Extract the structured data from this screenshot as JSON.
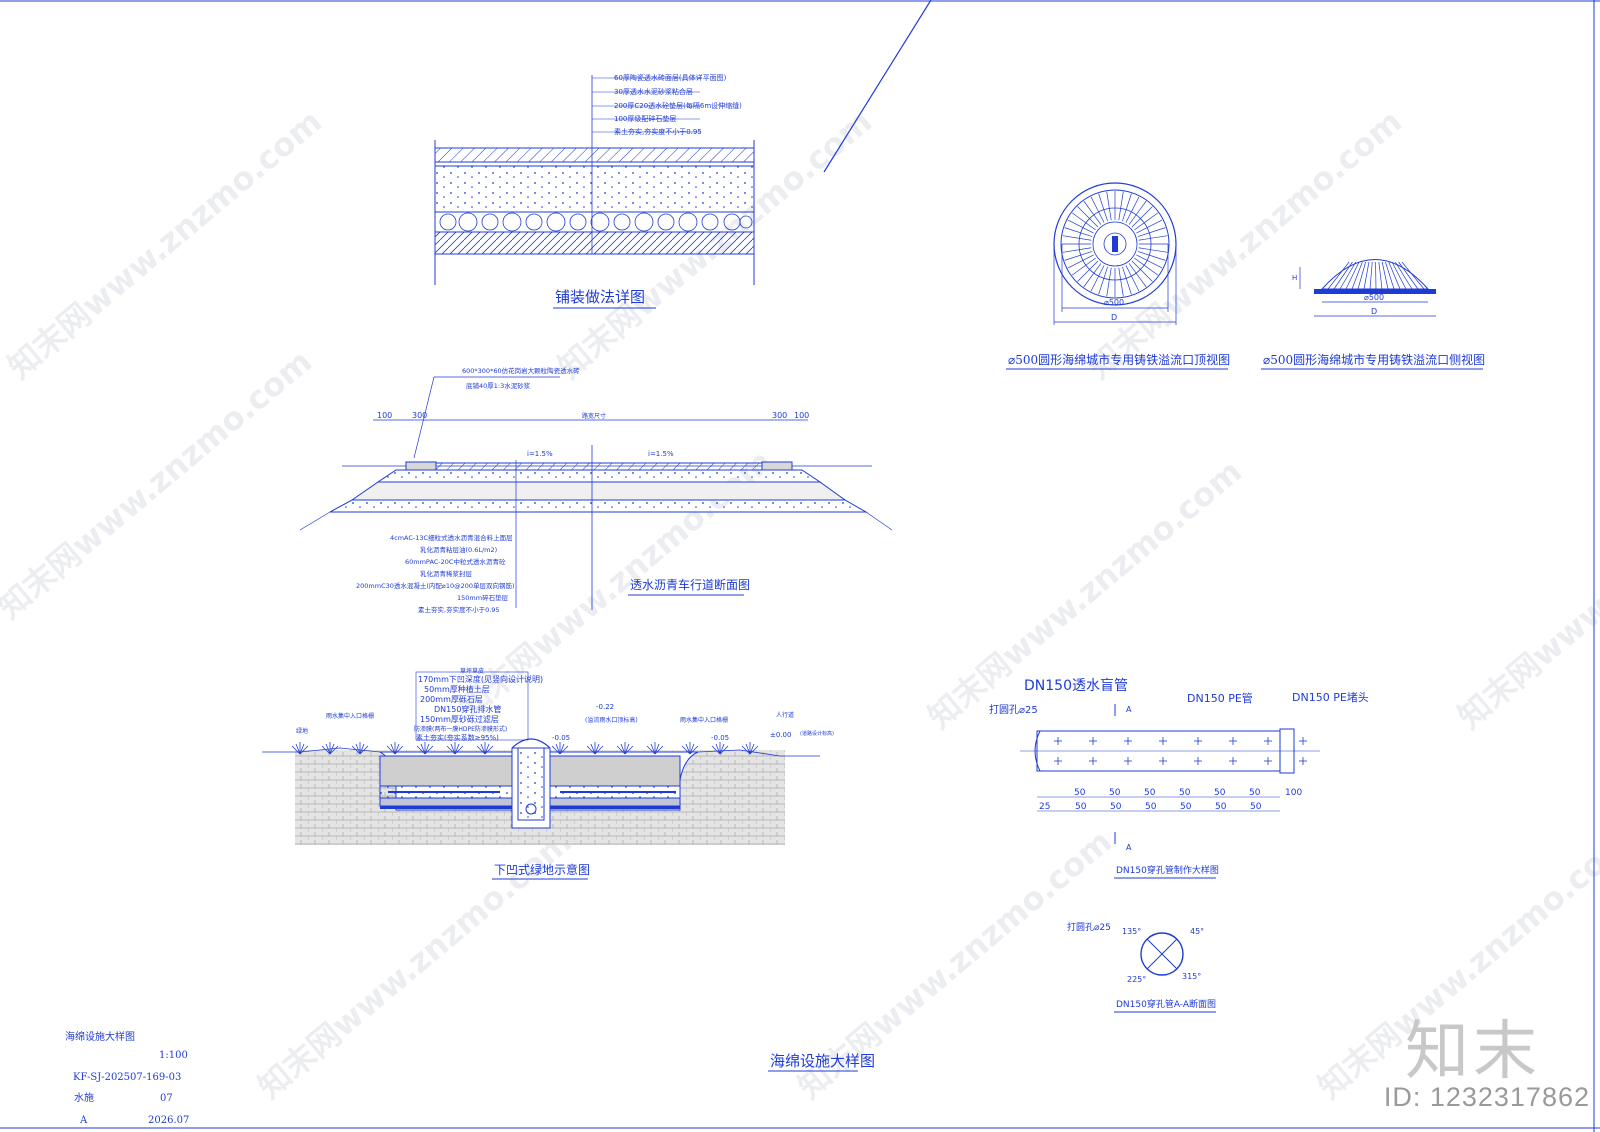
{
  "sheet_title": "海绵设施大样图",
  "paving": {
    "title": "铺装做法详图",
    "layers": [
      "60厚陶瓷透水砖面层(具体详平面图)",
      "30厚透水水泥砂浆粘合层",
      "200厚C20透水砼垫层(每隔6m设伸缩缝)",
      "100厚级配碎石垫层",
      "素土夯实,夯实度不小于0.95"
    ]
  },
  "inlet_top": {
    "title": "⌀500圆形海绵城市专用铸铁溢流口顶视图",
    "dim1": "⌀500",
    "dim2": "D"
  },
  "inlet_side": {
    "title": "⌀500圆形海绵城市专用铸铁溢流口侧视图",
    "dim1": "⌀500",
    "dim2": "D",
    "h": "H"
  },
  "road": {
    "title": "透水沥青车行道断面图",
    "top_note1": "600*300*60仿花岗岩大颗粒陶瓷透水砖",
    "top_note2": "底铺40厚1:3水泥砂浆",
    "dims": [
      "100",
      "300",
      "路宽尺寸",
      "300",
      "100"
    ],
    "slope_l": "i=1.5%",
    "slope_r": "i=1.5%",
    "layers": [
      "4cmAC-13C细粒式透水沥青混合料上面层",
      "乳化沥青粘层油(0.6L/m2)",
      "60mmPAC-20C中粒式透水沥青砼",
      "乳化沥青稀浆封层",
      "200mmC30透水混凝土(内配⌀10@200单层双向钢筋)",
      "150mm碎石垫层",
      "素土夯实,夯实度不小于0.95"
    ]
  },
  "green": {
    "title": "下凹式绿地示意图",
    "layers": [
      "草坪草皮",
      "170mm下凹深度(见竖向设计说明)",
      "50mm厚种植土层",
      "200mm厚砾石层",
      "DN150穿孔排水管",
      "150mm厚砂砾过滤层",
      "防渗膜(两布一膜HDPE防渗膜形式)",
      "素土夯实(夯实系数≥95%)"
    ],
    "labels": [
      "绿地",
      "雨水集中入口格栅",
      "-0.22",
      "(溢流雨水口顶标高)",
      "-0.05",
      "雨水集中入口格栅",
      "-0.05",
      "人行道",
      "±0.00",
      "(道路设计标高)"
    ]
  },
  "pipe": {
    "title": "DN150穿孔管制作大样图",
    "name": "DN150透水盲管",
    "pe": "DN150 PE管",
    "cap": "DN150 PE堵头",
    "hole": "打圆孔⌀25",
    "section": "A",
    "dims_top": [
      "50",
      "50",
      "50",
      "50",
      "50",
      "50",
      "100"
    ],
    "dims_bot": [
      "25",
      "50",
      "50",
      "50",
      "50",
      "50",
      "50"
    ]
  },
  "pipe_section": {
    "title": "DN150穿孔管A-A断面图",
    "hole": "打圆孔⌀25",
    "angles": [
      "135°",
      "45°",
      "225°",
      "315°"
    ]
  },
  "titleblock": {
    "name": "海绵设施大样图",
    "scale": "1:100",
    "code": "KF-SJ-202507-169-03",
    "discipline": "水施",
    "sheet_no": "07",
    "rev": "A",
    "date": "2026.07"
  },
  "watermark": {
    "text": "知末网www.znzmo.com",
    "logo": "知末",
    "id": "ID: 1232317862"
  }
}
